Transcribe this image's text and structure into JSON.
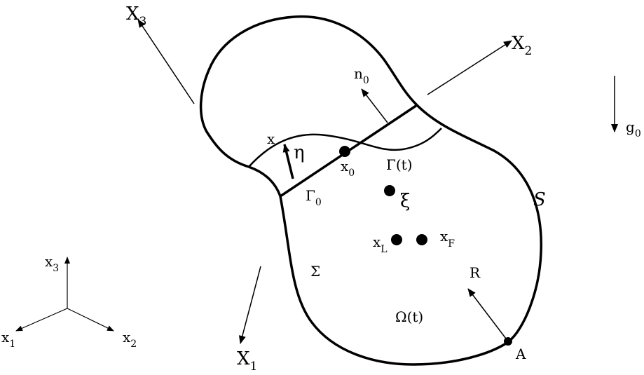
{
  "labels": {
    "X3": {
      "main": "X",
      "sub": "3"
    },
    "X2": {
      "main": "X",
      "sub": "2"
    },
    "X1": {
      "main": "X",
      "sub": "1"
    },
    "n0": {
      "main": "n",
      "sub": "0"
    },
    "g0": {
      "main": "g",
      "sub": "0"
    },
    "x": {
      "main": "x"
    },
    "eta": {
      "main": "η"
    },
    "x0": {
      "main": "x",
      "sub": "0"
    },
    "gamma_t": {
      "main": "Γ(t)"
    },
    "gamma0": {
      "main": "Γ",
      "sub": "0"
    },
    "xi": {
      "main": "ξ"
    },
    "script_s": {
      "main": "S"
    },
    "xL": {
      "main": "x",
      "sub": "L"
    },
    "xF": {
      "main": "x",
      "sub": "F"
    },
    "sigma": {
      "main": "Σ"
    },
    "R": {
      "main": "R"
    },
    "omega_t": {
      "main": "Ω(t)"
    },
    "A": {
      "main": "A"
    },
    "axis_x3": {
      "main": "x",
      "sub": "3"
    },
    "axis_x1": {
      "main": "x",
      "sub": "1"
    },
    "axis_x2": {
      "main": "x",
      "sub": "2"
    }
  }
}
